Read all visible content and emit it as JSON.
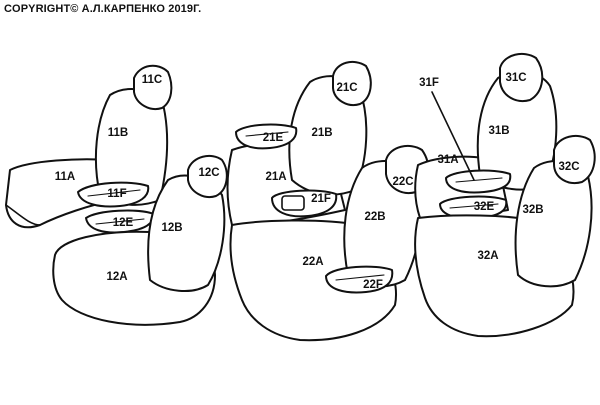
{
  "copyright": "COPYRIGHT© А.Л.КАРПЕНКО 2019Г.",
  "labels": {
    "11C": "11C",
    "11B": "11B",
    "11A": "11A",
    "11F": "11F",
    "12E": "12E",
    "12C": "12C",
    "12B": "12B",
    "12A": "12A",
    "21C": "21C",
    "21E": "21E",
    "21B": "21B",
    "21A": "21A",
    "21F": "21F",
    "22C": "22C",
    "22B": "22B",
    "22A": "22A",
    "22F": "22F",
    "31F": "31F",
    "31C": "31C",
    "31B": "31B",
    "31A": "31A",
    "32E": "32E",
    "32C": "32C",
    "32B": "32B",
    "32A": "32A"
  }
}
